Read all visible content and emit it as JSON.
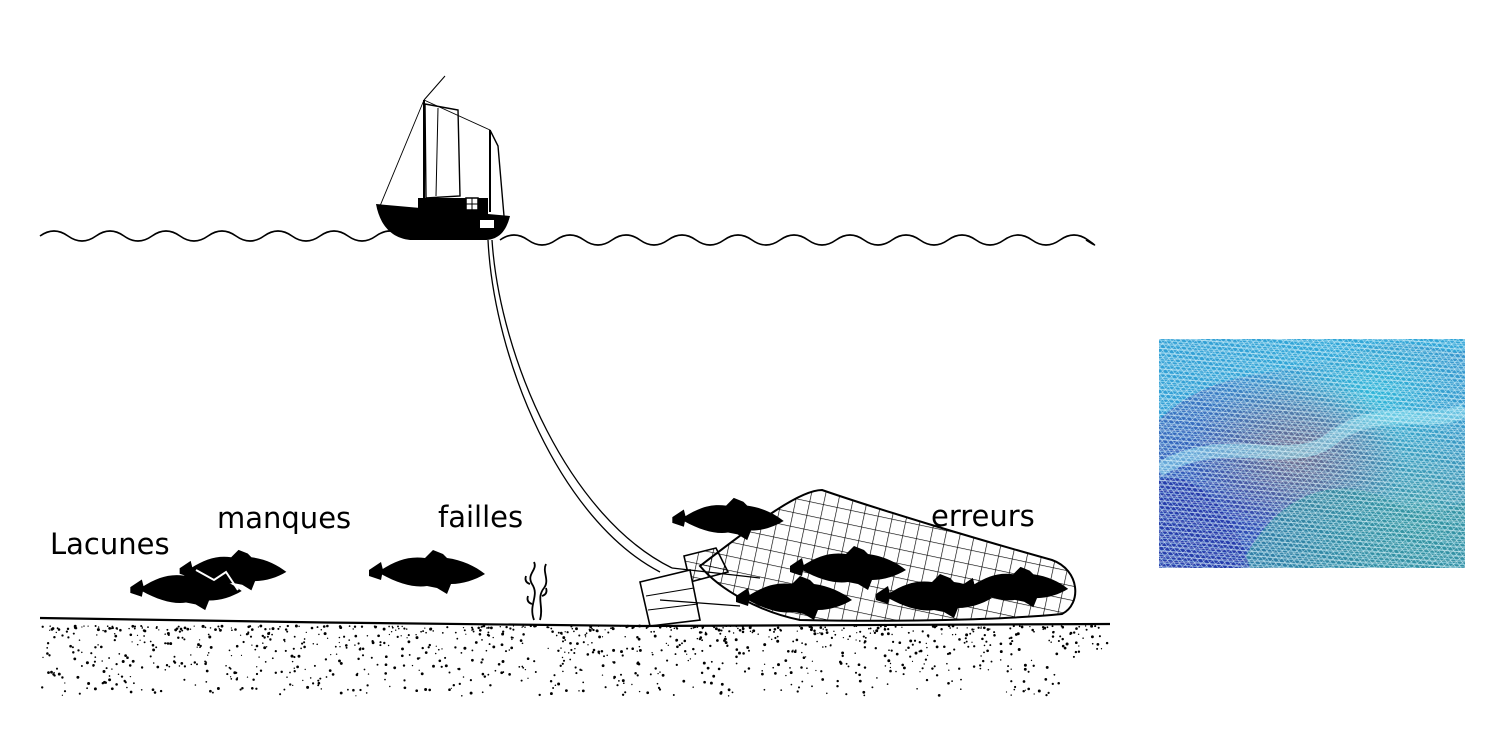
{
  "labels": {
    "lacunes": "Lacunes",
    "manques": "manques",
    "failles": "failles",
    "erreurs": "erreurs"
  },
  "colors": {
    "ink": "#000000",
    "background": "#ffffff",
    "net_deep_blue": "#2a3fb0",
    "net_cyan": "#2fb6d8",
    "net_teal": "#3e9fa6",
    "net_light": "#8fe0ef"
  },
  "icons": [
    "fishing-boat-icon",
    "fish-icon",
    "seaweed-icon",
    "trawl-net-icon",
    "waves-icon"
  ]
}
